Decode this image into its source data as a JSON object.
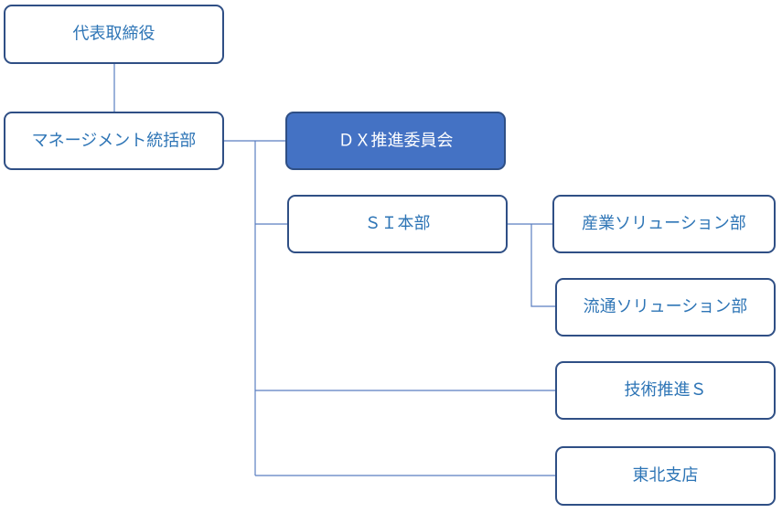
{
  "org_chart": {
    "ceo": {
      "label": "代表取締役"
    },
    "management": {
      "label": "マネージメント統括部"
    },
    "dx_committee": {
      "label": "ＤＸ推進委員会"
    },
    "si_hq": {
      "label": "ＳＩ本部"
    },
    "industry_solutions": {
      "label": "産業ソリューション部"
    },
    "distribution_solutions": {
      "label": "流通ソリューション部"
    },
    "tech_promotion": {
      "label": "技術推進Ｓ"
    },
    "tohoku_branch": {
      "label": "東北支店"
    }
  },
  "colors": {
    "box_border": "#2f4f85",
    "box_text": "#2e75b6",
    "highlight_fill": "#4472c4",
    "highlight_text": "#ffffff",
    "connector": "#5a7ec0"
  }
}
